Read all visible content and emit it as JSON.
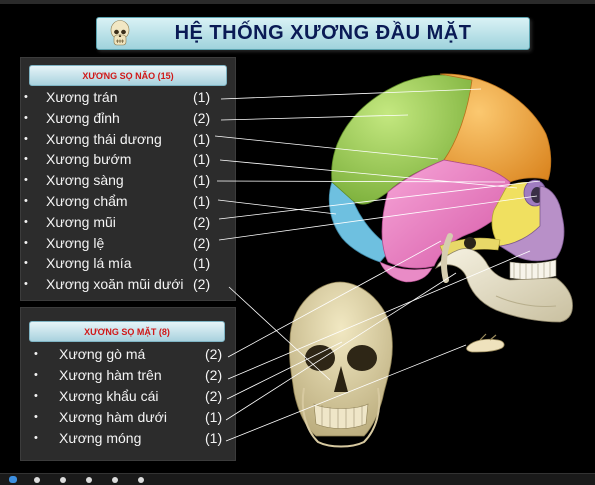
{
  "title": "HỆ THỐNG XƯƠNG ĐẦU MẶT",
  "section1": {
    "heading": "XƯƠNG SỌ NÃO   (15)",
    "items": [
      {
        "name": "Xương trán",
        "count": "(1)"
      },
      {
        "name": "Xương đỉnh",
        "count": "(2)"
      },
      {
        "name": "Xương thái dương",
        "count": "(1)"
      },
      {
        "name": "Xương bướm",
        "count": "(1)"
      },
      {
        "name": "Xương sàng",
        "count": "(1)"
      },
      {
        "name": "Xương chẩm",
        "count": "(1)"
      },
      {
        "name": "Xương mũi",
        "count": "(2)"
      },
      {
        "name": "Xương lệ",
        "count": "(2)"
      },
      {
        "name": "Xương lá mía",
        "count": "(1)"
      },
      {
        "name": "Xương xoăn mũi dưới",
        "count": "(2)"
      }
    ]
  },
  "section2": {
    "heading": "XƯƠNG SỌ MẶT  (8)",
    "items": [
      {
        "name": "Xương gò má",
        "count": "(2)"
      },
      {
        "name": "Xương hàm trên",
        "count": "(2)"
      },
      {
        "name": "Xương khẩu cái",
        "count": "(2)"
      },
      {
        "name": "Xương hàm dưới",
        "count": "(1)"
      },
      {
        "name": "Xương móng",
        "count": "(1)"
      }
    ]
  },
  "bullet": "•",
  "colors": {
    "frontal": "#f0a030",
    "parietal": "#8ec444",
    "temporal": "#ec78bf",
    "sphenoid": "#e8e060",
    "occipital": "#6ec0e0",
    "mandible": "#e8e2c8",
    "zygomatic": "#f0e060",
    "maxilla": "#b890c8",
    "heading_red": "#d01818",
    "title_navy": "#0a1a55"
  },
  "icons": [
    "skull-icon",
    "hyoid-bone-icon"
  ],
  "navigation": {
    "slide_dots": 6,
    "active_index": 0
  }
}
